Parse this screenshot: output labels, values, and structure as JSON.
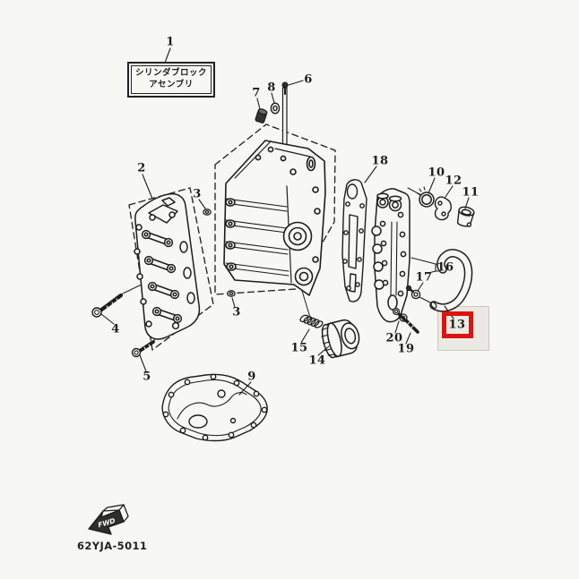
{
  "page": {
    "background": "#f7f7f4",
    "line_color": "#1d1d1b"
  },
  "title_box": {
    "line1": "シリンダブロック",
    "line2": "アセンブリ"
  },
  "footer": {
    "code": "62YJA-5011",
    "fwd": "FWD"
  },
  "highlight": {
    "part_number": "13",
    "box_color": "#da1410",
    "backdrop_color": "#eae9e3"
  },
  "callouts": [
    "1",
    "2",
    "3",
    "3",
    "4",
    "5",
    "6",
    "7",
    "8",
    "9",
    "10",
    "11",
    "12",
    "13",
    "14",
    "15",
    "16",
    "17",
    "18",
    "19",
    "20"
  ]
}
